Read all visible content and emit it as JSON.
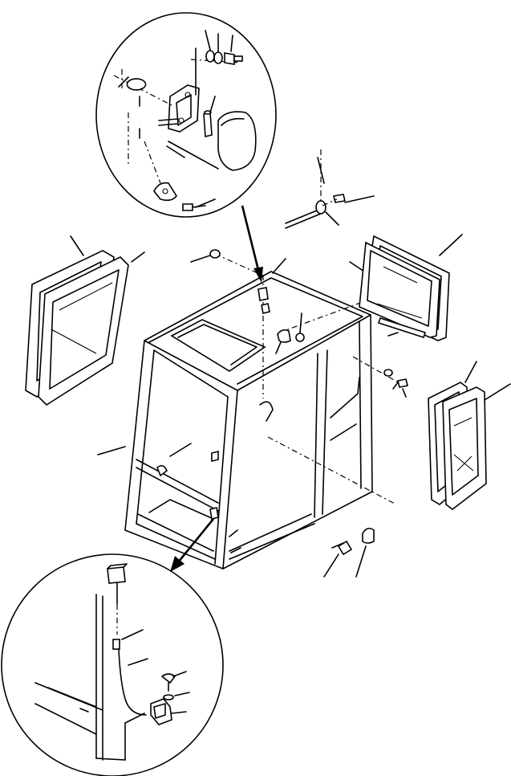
{
  "diagram": {
    "labels_text": [],
    "parts": [
      "upper-detail-circle",
      "cab-frame",
      "left-window",
      "rear-window",
      "right-side-window",
      "lower-detail-circle"
    ]
  }
}
